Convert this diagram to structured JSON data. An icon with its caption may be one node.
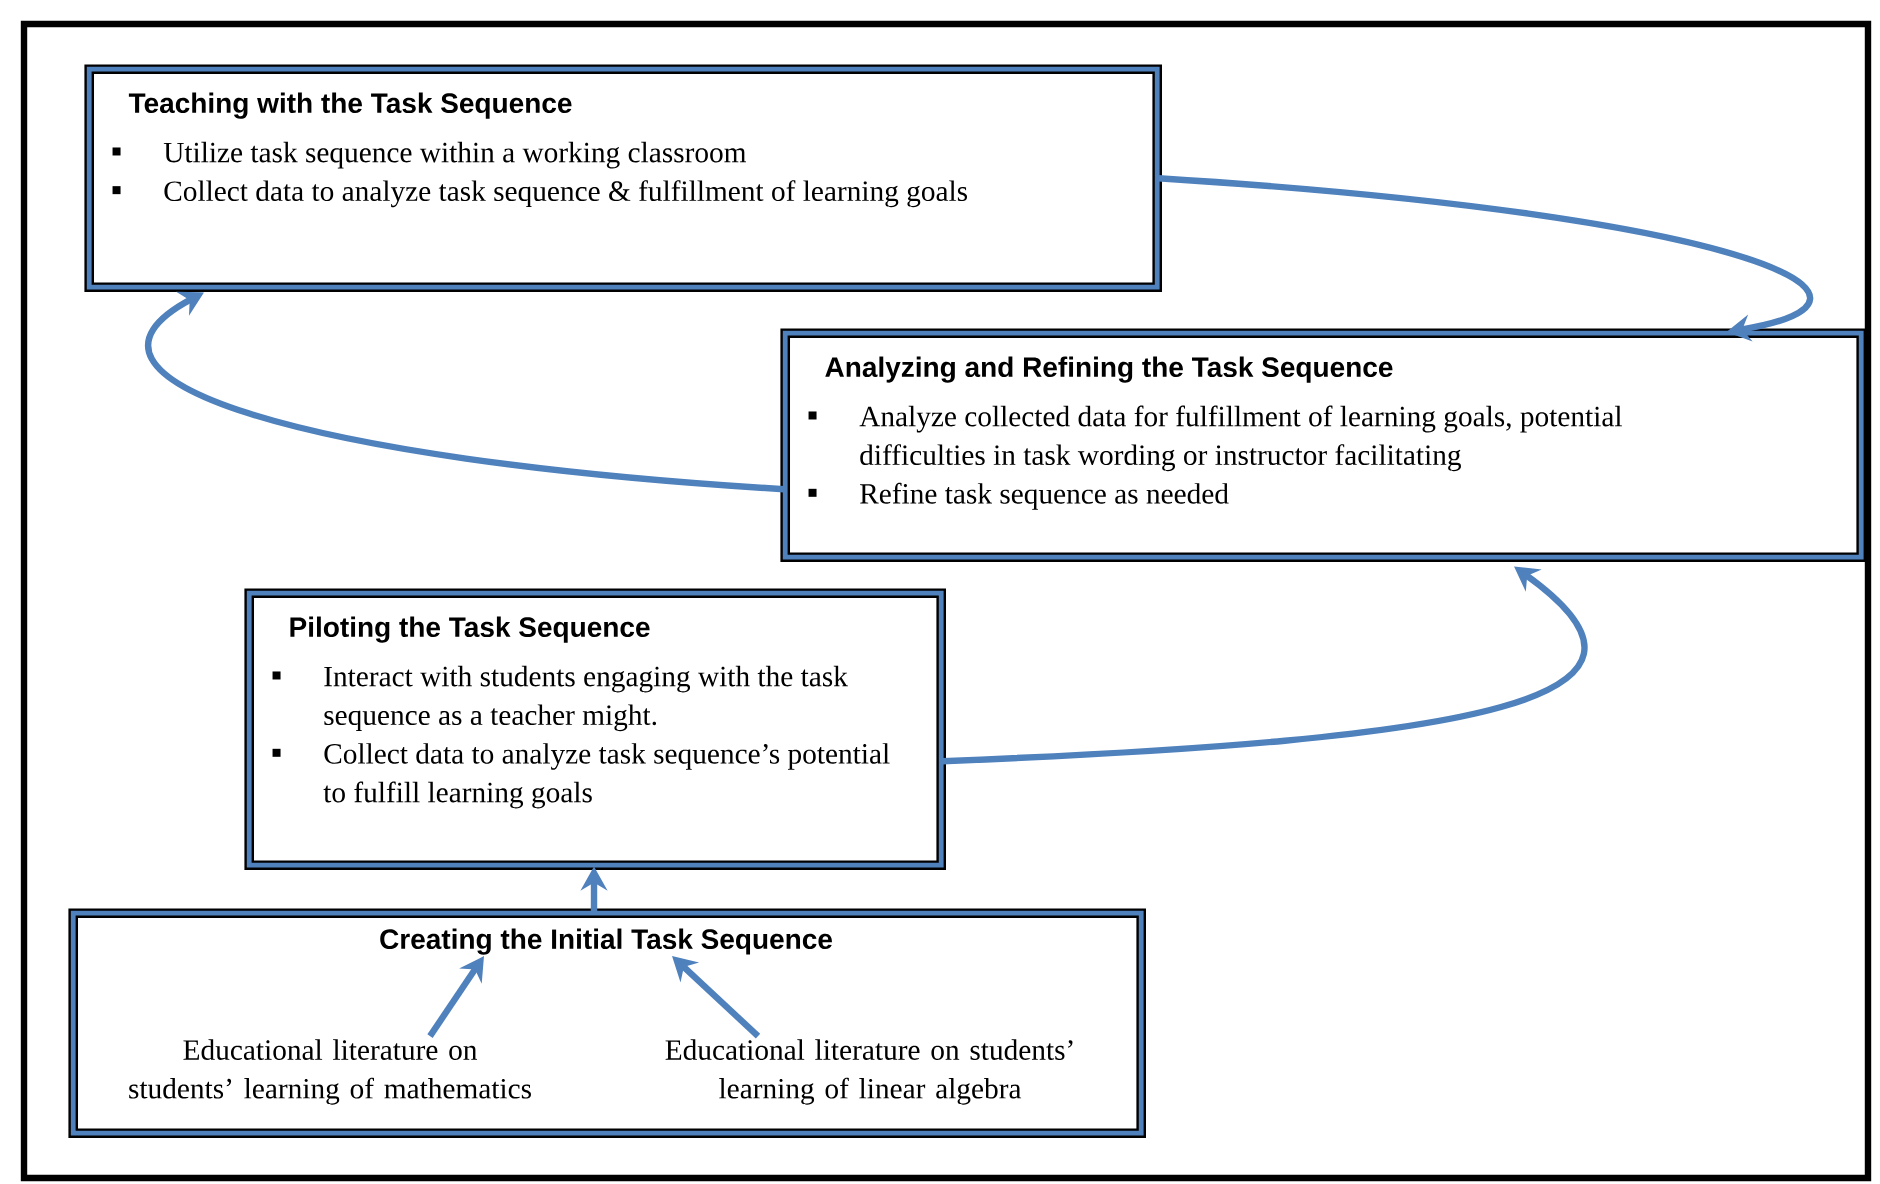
{
  "diagram": {
    "nodes": [
      {
        "text": [
          "Teaching with the Task Sequence",
          "Utilize task sequence within a working classroom",
          "Collect data to analyze task sequence & fulfillment of learning goals"
        ]
      },
      {
        "text": [
          "Analyzing and Refining the Task Sequence",
          "Analyze collected data for fulfillment of learning goals, potential difficulties in task wording or instructor facilitating",
          "Refine task sequence as needed"
        ]
      },
      {
        "text": [
          "Piloting the Task Sequence",
          "Interact with students engaging with the task sequence as a teacher might.",
          "Collect data to analyze task sequence’s potential to fulfill learning goals"
        ]
      },
      {
        "text": [
          "Creating the Initial Task Sequence"
        ]
      },
      {
        "text": [
          "Educational literature on students’ learning of mathematics"
        ],
        "in": 3
      },
      {
        "text": [
          "Educational literature on students’ learning of linear algebra"
        ],
        "in": 3
      }
    ],
    "edges": [
      {
        "from": 0,
        "to": 1,
        "arrow": "to"
      },
      {
        "from": 1,
        "to": 0,
        "arrow": "to"
      },
      {
        "from": 2,
        "to": 1,
        "arrow": "to"
      },
      {
        "from": 3,
        "to": 2,
        "arrow": "to"
      },
      {
        "from": 4,
        "to": 3,
        "arrow": "to"
      },
      {
        "from": 5,
        "to": 3,
        "arrow": "to"
      }
    ]
  }
}
